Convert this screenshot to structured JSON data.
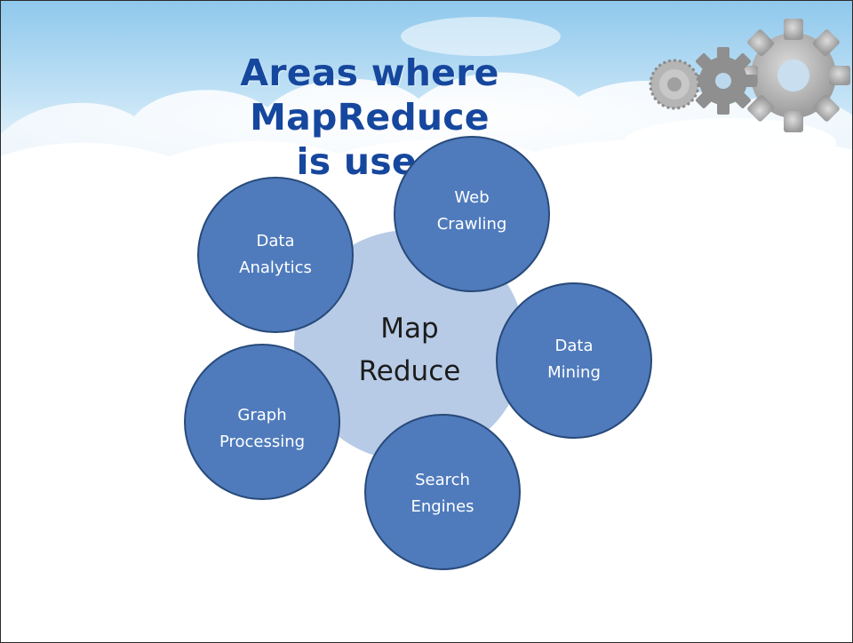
{
  "title": {
    "line1": "Areas where MapReduce",
    "line2": "is used"
  },
  "decoration": {
    "background": "sky-clouds",
    "gears_icon": "gears-icon"
  },
  "colors": {
    "title": "#16479e",
    "center_circle": "#b7cbe6",
    "outer_circle_fill": "#4f7bbc",
    "outer_circle_stroke": "#284a7a"
  },
  "center": {
    "line1": "Map",
    "line2": "Reduce"
  },
  "nodes": [
    {
      "line1": "Data",
      "line2": "Analytics"
    },
    {
      "line1": "Web",
      "line2": "Crawling"
    },
    {
      "line1": "Data",
      "line2": "Mining"
    },
    {
      "line1": "Search",
      "line2": "Engines"
    },
    {
      "line1": "Graph",
      "line2": "Processing"
    }
  ]
}
